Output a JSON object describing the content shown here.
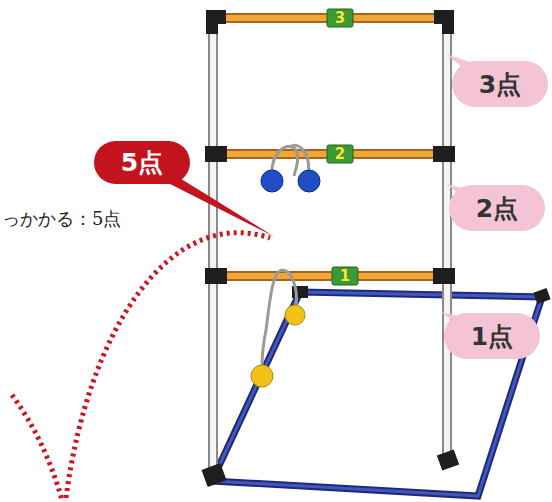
{
  "diagram": {
    "nodes": [
      {
        "text": [
          "3"
        ]
      },
      {
        "text": [
          "3点"
        ]
      },
      {
        "text": [
          "5点"
        ]
      },
      {
        "text": [
          "2"
        ]
      },
      {
        "text": [
          "2点"
        ]
      },
      {
        "text": [
          "1"
        ]
      },
      {
        "text": [
          "1点"
        ]
      }
    ],
    "labels": [
      "っかかる：5点"
    ]
  }
}
